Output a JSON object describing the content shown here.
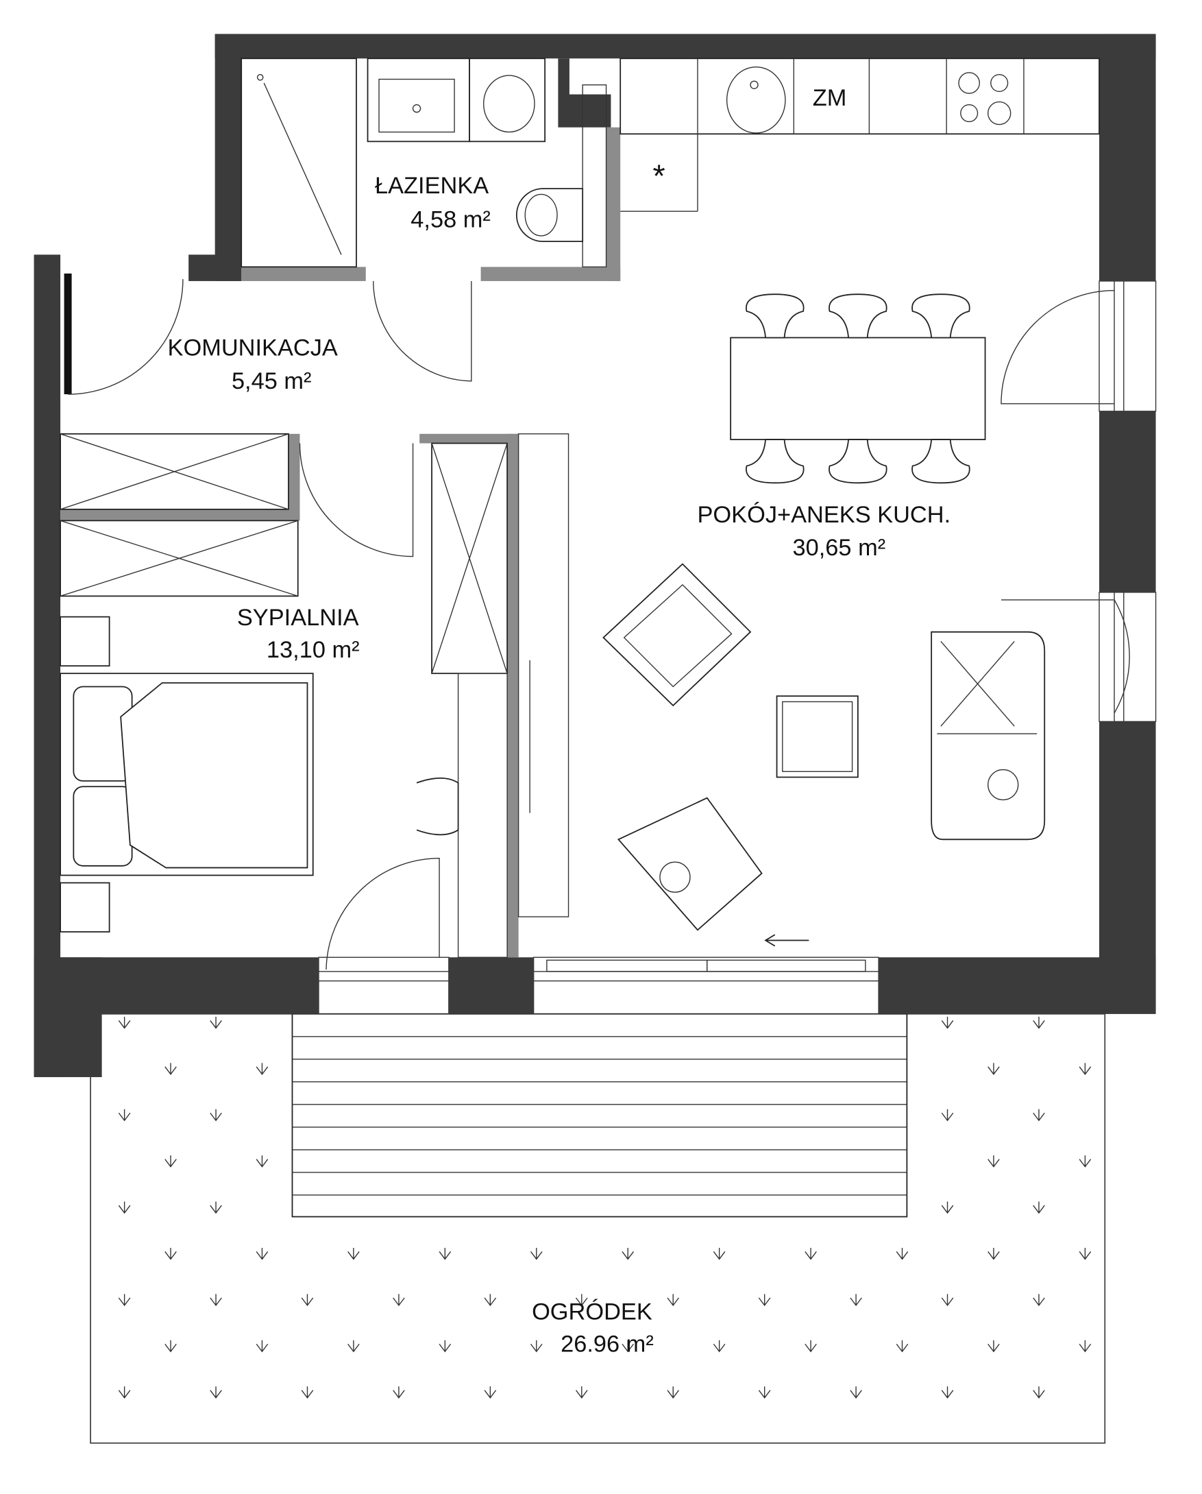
{
  "rooms": {
    "bathroom": {
      "name": "ŁAZIENKA",
      "area": "4,58  m²"
    },
    "hallway": {
      "name": "KOMUNIKACJA",
      "area": "5,45  m²"
    },
    "bedroom": {
      "name": "SYPIALNIA",
      "area": "13,10 m²"
    },
    "living": {
      "name": "POKÓJ+ANEKS KUCH.",
      "area": "30,65 m²"
    },
    "garden": {
      "name": "OGRÓDEK",
      "area": "26.96 m²"
    }
  },
  "kitchen": {
    "fridge_label": "ZM",
    "marker": "*"
  },
  "colors": {
    "wall": "#3b3b3b",
    "partition": "#8c8c8c"
  }
}
